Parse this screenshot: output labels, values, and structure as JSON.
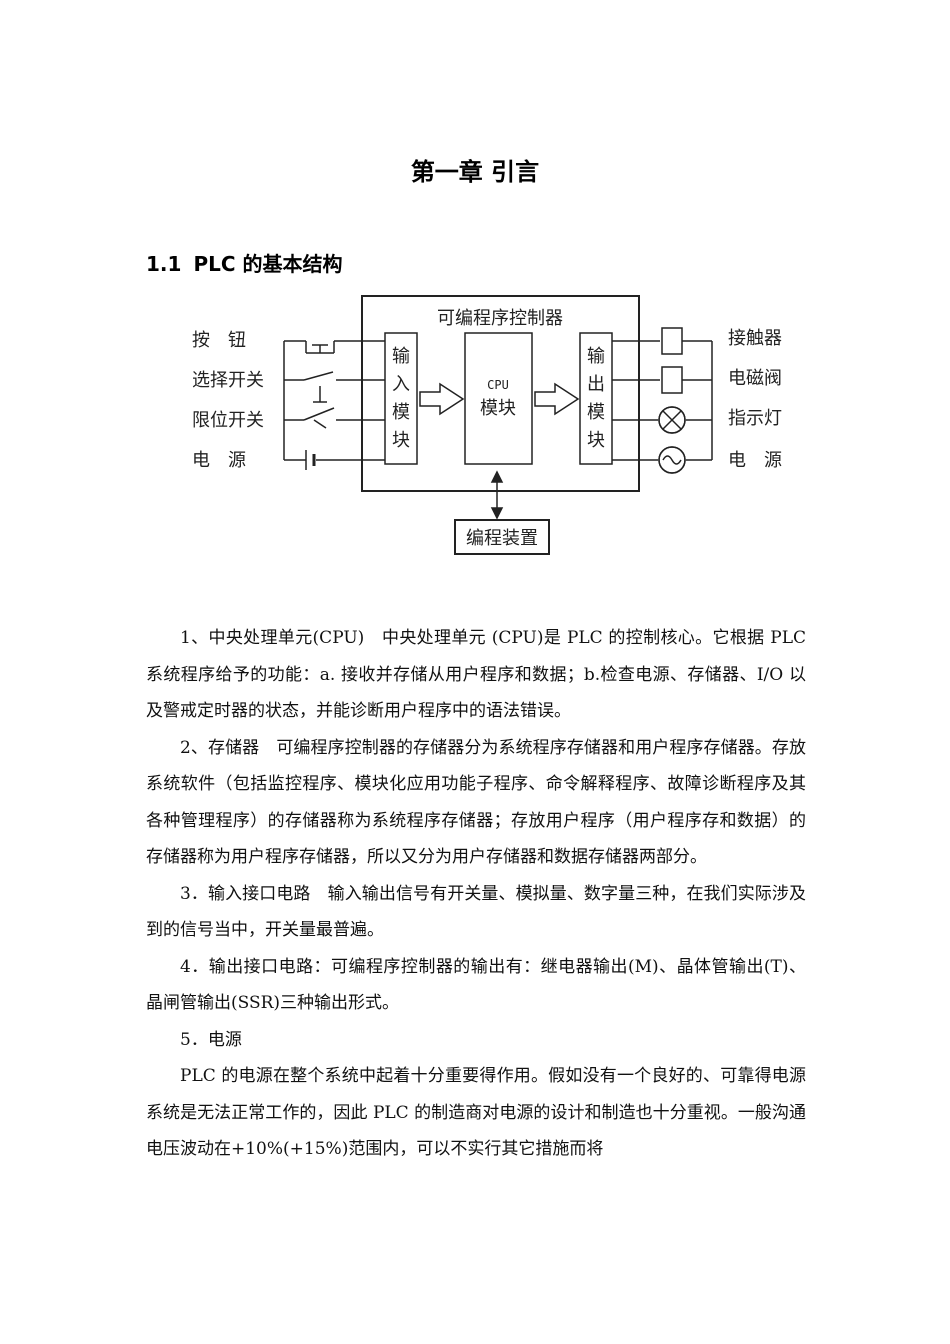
{
  "chapter_title": "第一章 引言",
  "section": {
    "number": "1.1",
    "title": "PLC 的基本结构"
  },
  "diagram": {
    "controller_title": "可编程序控制器",
    "inputs": [
      "按　钮",
      "选择开关",
      "限位开关",
      "电　源"
    ],
    "input_module": [
      "输",
      "入",
      "模",
      "块"
    ],
    "cpu_line1": "CPU",
    "cpu_line2": "模块",
    "output_module": [
      "输",
      "出",
      "模",
      "块"
    ],
    "outputs": [
      "接触器",
      "电磁阀",
      "指示灯",
      "电　源"
    ],
    "programmer": "编程装置"
  },
  "paragraphs": [
    "1、中央处理单元(CPU)　中央处理单元 (CPU)是 PLC 的控制核心。它根据 PLC 系统程序给予的功能：a. 接收并存储从用户程序和数据；b.检查电源、存储器、I/O 以及警戒定时器的状态，并能诊断用户程序中的语法错误。",
    "2、存储器　可编程序控制器的存储器分为系统程序存储器和用户程序存储器。存放系统软件（包括监控程序、模块化应用功能子程序、命令解释程序、故障诊断程序及其各种管理程序）的存储器称为系统程序存储器；存放用户程序（用户程序存和数据）的存储器称为用户程序存储器，所以又分为用户存储器和数据存储器两部分。",
    "3．输入接口电路　输入输出信号有开关量、模拟量、数字量三种，在我们实际涉及到的信号当中，开关量最普遍。",
    "4．输出接口电路：可编程序控制器的输出有：继电器输出(M)、晶体管输出(T)、晶闸管输出(SSR)三种输出形式。",
    "5．电源",
    "PLC 的电源在整个系统中起着十分重要得作用。假如没有一个良好的、可靠得电源系统是无法正常工作的，因此 PLC 的制造商对电源的设计和制造也十分重视。一般沟通电压波动在+10%(+15%)范围内，可以不实行其它措施而将"
  ]
}
